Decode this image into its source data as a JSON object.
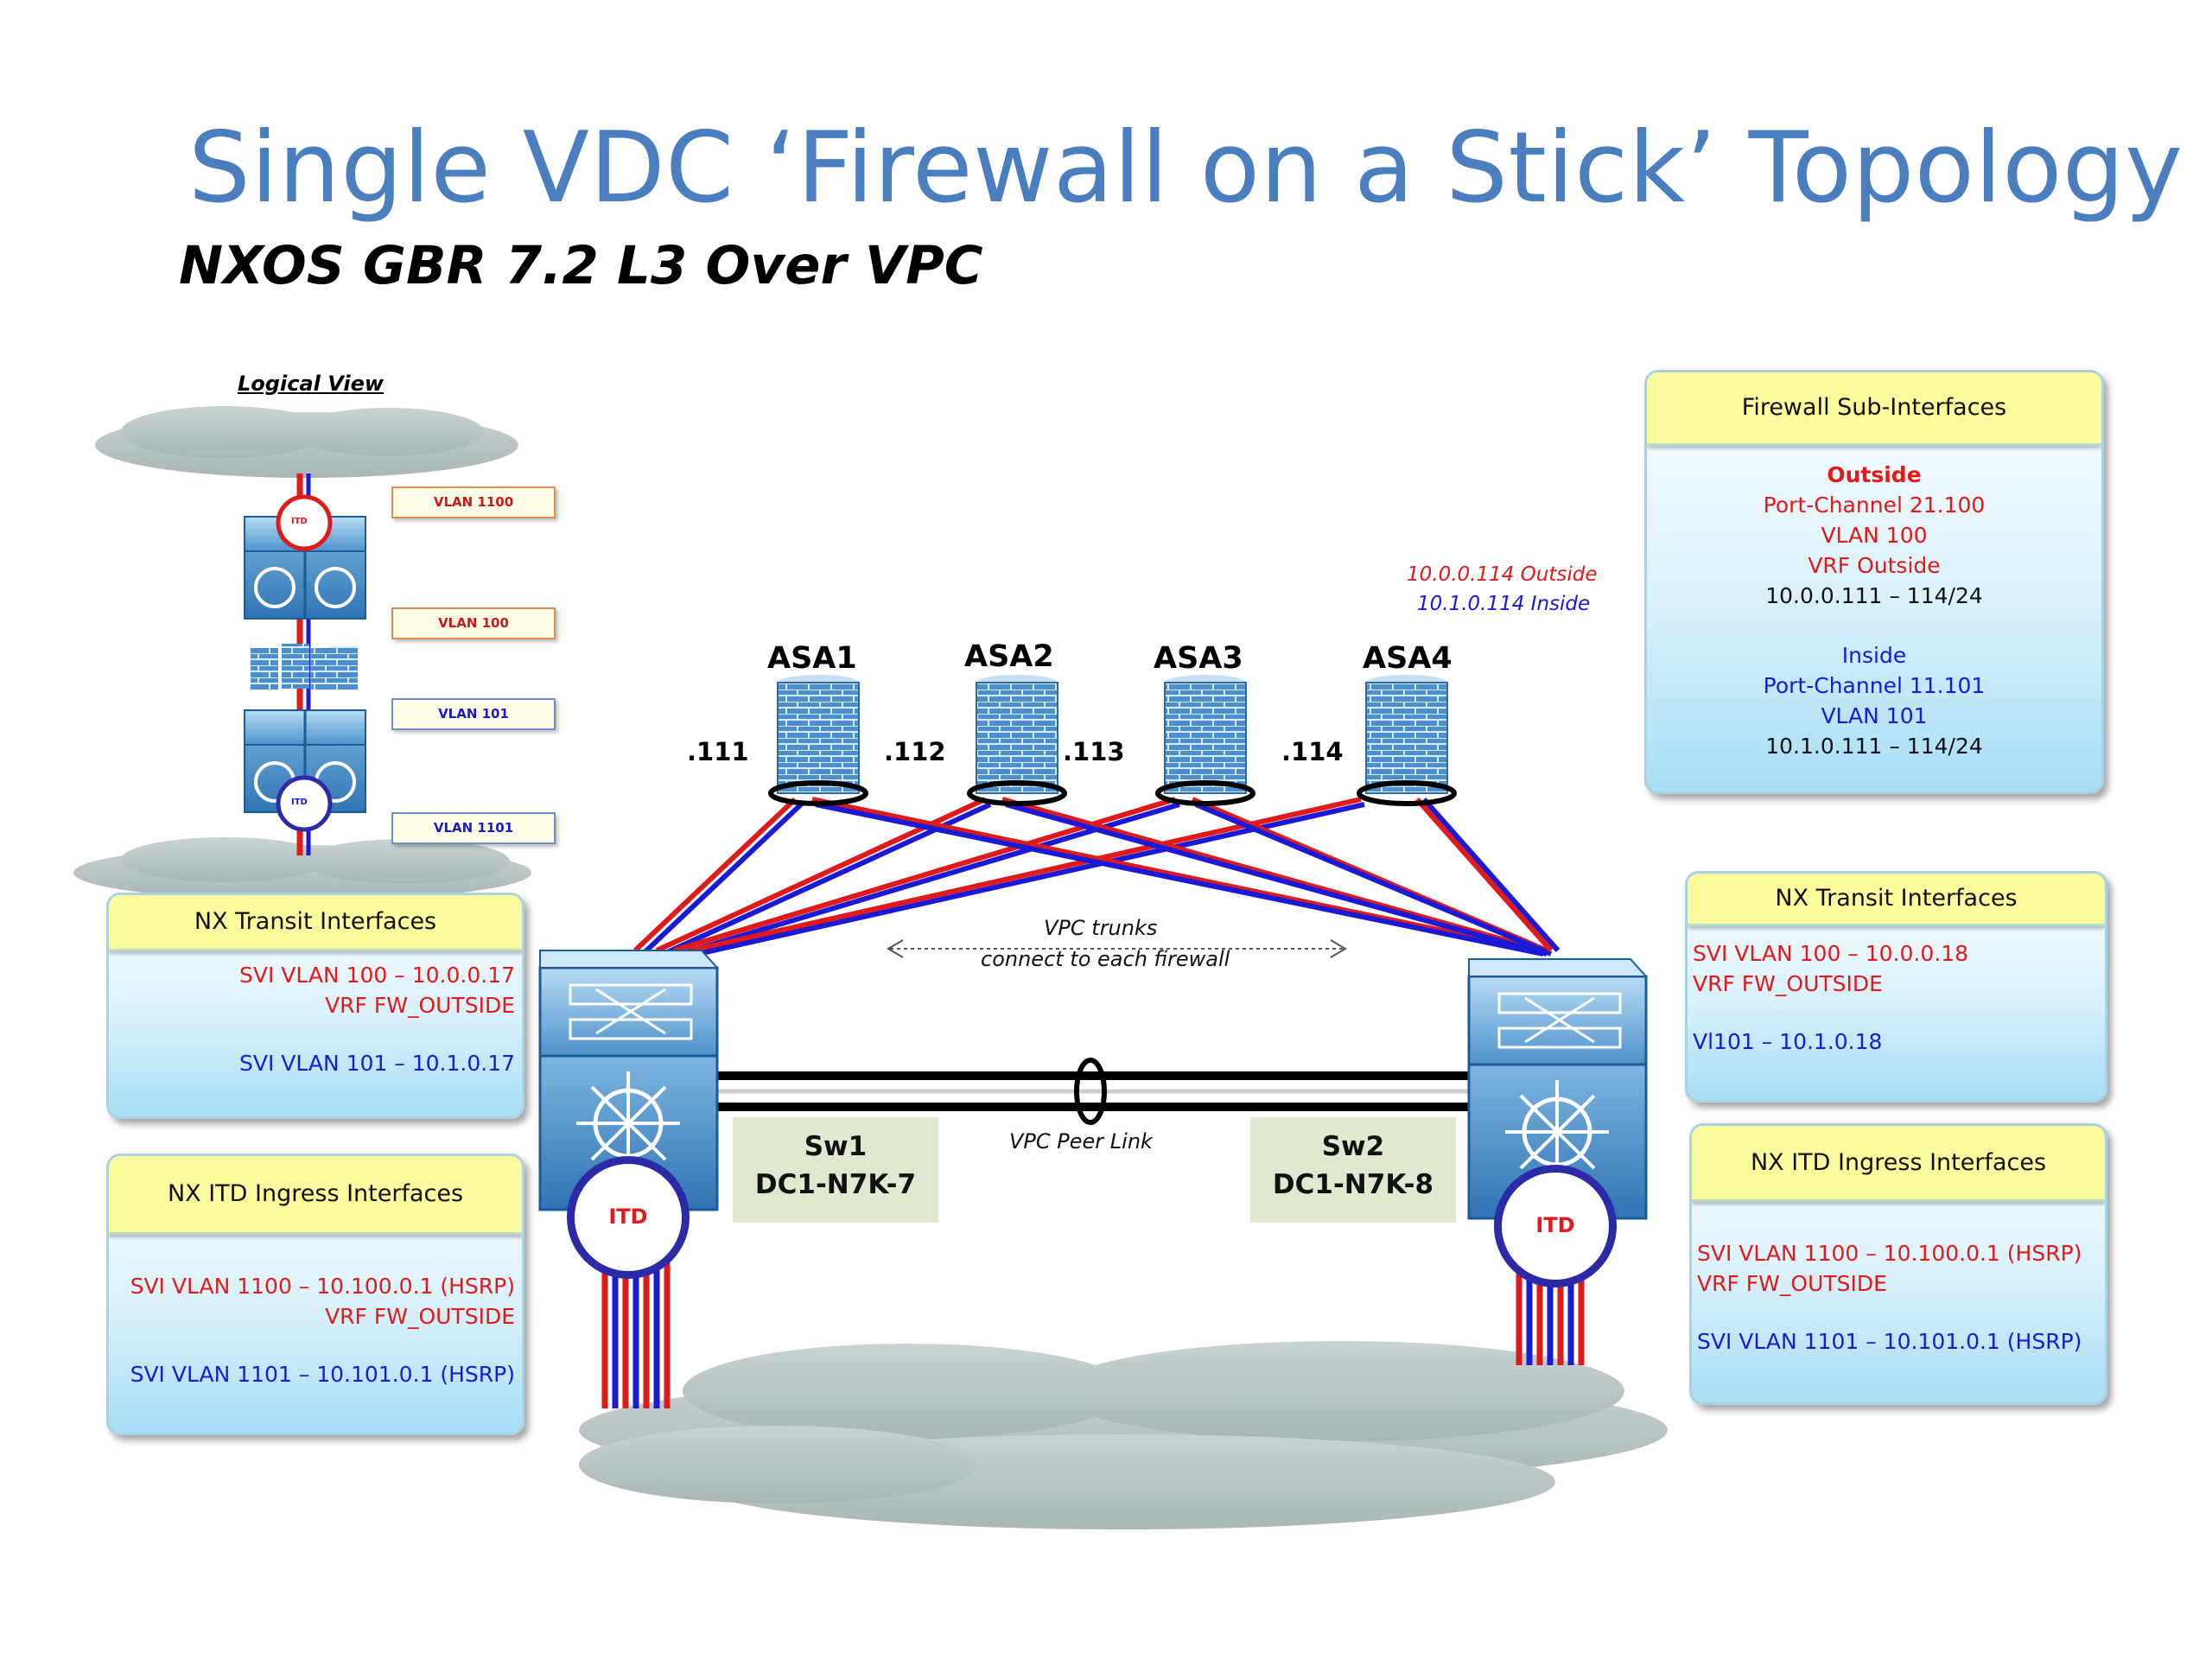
{
  "title": "Single VDC ‘Firewall on a Stick’ Topology",
  "subtitle": "NXOS GBR 7.2 L3 Over VPC",
  "logical_view": {
    "label": "Logical View",
    "itd_label": "ITD",
    "vlans": [
      "VLAN 1100",
      "VLAN 100",
      "VLAN 101",
      "VLAN 1101"
    ]
  },
  "firewalls": {
    "names": [
      "ASA1",
      "ASA2",
      "ASA3",
      "ASA4"
    ],
    "addresses": [
      ".111",
      ".112",
      ".113",
      ".114"
    ],
    "asa4_outside": "10.0.0.114 Outside",
    "asa4_inside": "10.1.0.114 Inside"
  },
  "fw_subinterfaces": {
    "title": "Firewall Sub-Interfaces",
    "outside_heading": "Outside",
    "outside_lines": [
      "Port-Channel 21.100",
      "VLAN 100",
      "VRF Outside"
    ],
    "outside_range": "10.0.0.111 – 114/24",
    "inside_heading": "Inside",
    "inside_lines": [
      "Port-Channel 11.101",
      "VLAN 101"
    ],
    "inside_range": "10.1.0.111 – 114/24"
  },
  "left_transit": {
    "title": "NX Transit Interfaces",
    "line1": "SVI VLAN 100 – 10.0.0.17",
    "line2": "VRF FW_OUTSIDE",
    "line3": "SVI VLAN 101 – 10.1.0.17"
  },
  "left_itd": {
    "title": "NX ITD Ingress Interfaces",
    "line1": "SVI VLAN 1100 – 10.100.0.1 (HSRP)",
    "line2": "VRF FW_OUTSIDE",
    "line3": "SVI VLAN 1101 – 10.101.0.1 (HSRP)"
  },
  "right_transit": {
    "title": "NX Transit Interfaces",
    "line1": "SVI VLAN 100 – 10.0.0.18",
    "line2": "VRF FW_OUTSIDE",
    "line3": "Vl101 – 10.1.0.18"
  },
  "right_itd": {
    "title": "NX ITD Ingress Interfaces",
    "line1": "SVI VLAN 1100 – 10.100.0.1 (HSRP)",
    "line2": "VRF FW_OUTSIDE",
    "line3": "SVI VLAN 1101 – 10.101.0.1 (HSRP)"
  },
  "vpc": {
    "trunks_line1": "VPC trunks",
    "trunks_line2": "connect to each firewall",
    "peer_link": "VPC Peer Link"
  },
  "switches": {
    "sw1_name": "Sw1",
    "sw1_host": "DC1-N7K-7",
    "sw2_name": "Sw2",
    "sw2_host": "DC1-N7K-8",
    "itd_label": "ITD"
  },
  "colors": {
    "title_blue": "#4a7ebf",
    "link_red": "#e01a1a",
    "link_blue": "#1a1ad6",
    "switch_blue": "#3f85c2",
    "cloud_grey": "#bcc7c7"
  }
}
